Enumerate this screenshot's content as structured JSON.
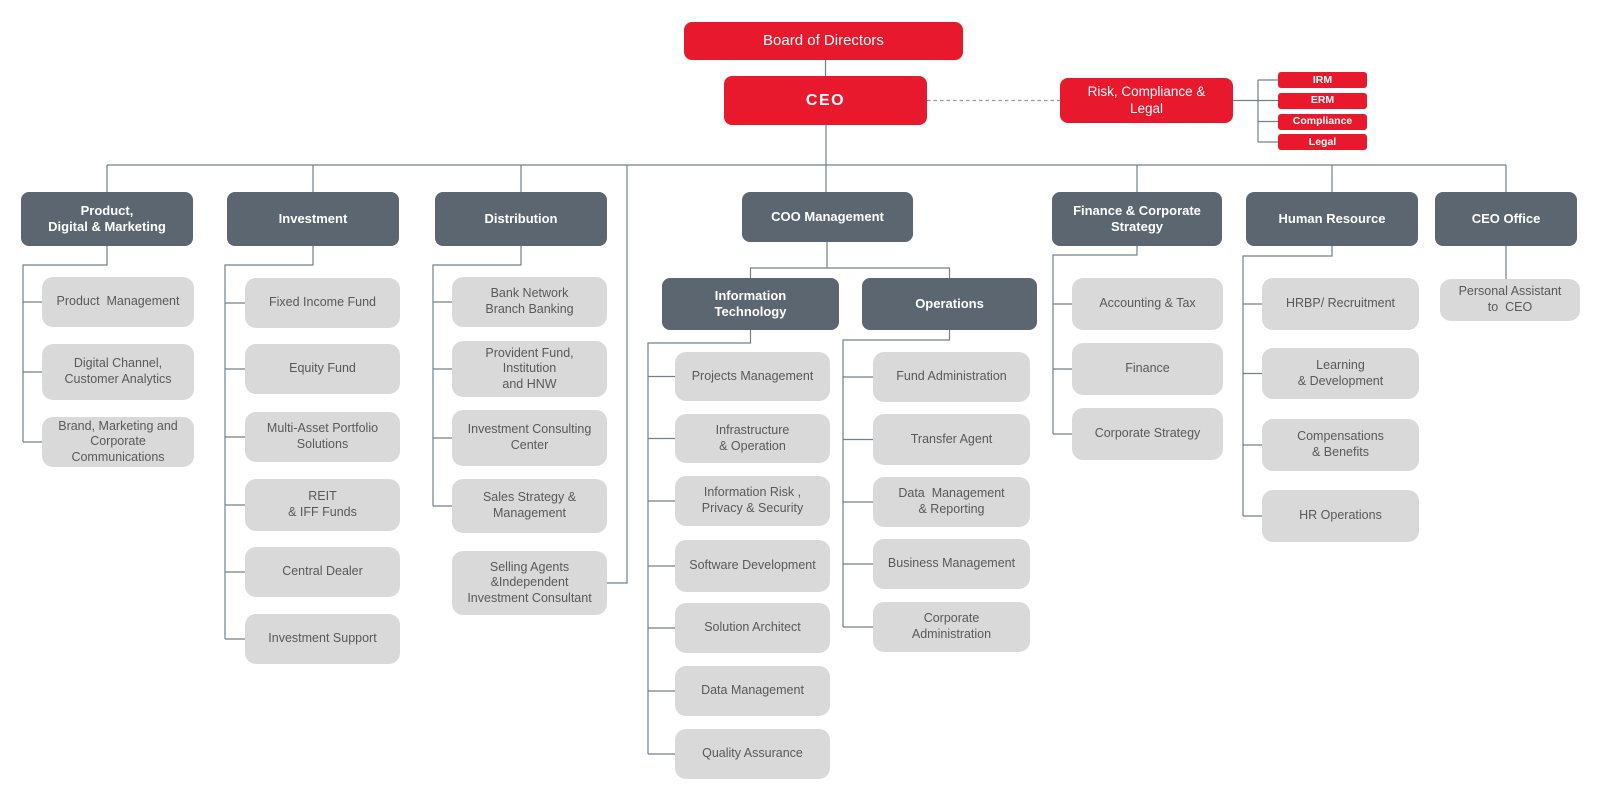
{
  "org": {
    "board": {
      "label": "Board of Directors"
    },
    "ceo": {
      "label": "CEO"
    },
    "risk": {
      "label": "Risk, Compliance &\nLegal",
      "children": [
        {
          "label": "IRM"
        },
        {
          "label": "ERM"
        },
        {
          "label": "Compliance"
        },
        {
          "label": "Legal"
        }
      ]
    },
    "departments": [
      {
        "id": "product",
        "label": "Product,\nDigital & Marketing",
        "children": [
          {
            "label": "Product  Management"
          },
          {
            "label": "Digital Channel,\nCustomer Analytics"
          },
          {
            "label": "Brand, Marketing and\nCorporate\nCommunications"
          }
        ]
      },
      {
        "id": "investment",
        "label": "Investment",
        "children": [
          {
            "label": "Fixed Income Fund"
          },
          {
            "label": "Equity Fund"
          },
          {
            "label": "Multi-Asset Portfolio\nSolutions"
          },
          {
            "label": "REIT\n& IFF Funds"
          },
          {
            "label": "Central Dealer"
          },
          {
            "label": "Investment Support"
          }
        ]
      },
      {
        "id": "distribution",
        "label": "Distribution",
        "children": [
          {
            "label": "Bank Network\nBranch Banking"
          },
          {
            "label": "Provident Fund,\nInstitution\nand HNW"
          },
          {
            "label": "Investment Consulting\nCenter"
          },
          {
            "label": "Sales Strategy &\nManagement"
          },
          {
            "label": "Selling Agents\n&Independent\nInvestment Consultant"
          }
        ]
      },
      {
        "id": "coo",
        "label": "COO Management",
        "divisions": [
          {
            "id": "it",
            "label": "Information\nTechnology",
            "children": [
              {
                "label": "Projects Management"
              },
              {
                "label": "Infrastructure\n& Operation"
              },
              {
                "label": "Information Risk ,\nPrivacy & Security"
              },
              {
                "label": "Software Development"
              },
              {
                "label": "Solution Architect"
              },
              {
                "label": "Data Management"
              },
              {
                "label": "Quality Assurance"
              }
            ]
          },
          {
            "id": "operations",
            "label": "Operations",
            "children": [
              {
                "label": "Fund Administration"
              },
              {
                "label": "Transfer Agent"
              },
              {
                "label": "Data  Management\n& Reporting"
              },
              {
                "label": "Business Management"
              },
              {
                "label": "Corporate\nAdministration"
              }
            ]
          }
        ]
      },
      {
        "id": "finance",
        "label": "Finance & Corporate\nStrategy",
        "children": [
          {
            "label": "Accounting & Tax"
          },
          {
            "label": "Finance"
          },
          {
            "label": "Corporate Strategy"
          }
        ]
      },
      {
        "id": "hr",
        "label": "Human Resource",
        "children": [
          {
            "label": "HRBP/ Recruitment"
          },
          {
            "label": "Learning\n& Development"
          },
          {
            "label": "Compensations\n& Benefits"
          },
          {
            "label": "HR Operations"
          }
        ]
      },
      {
        "id": "ceo_office",
        "label": "CEO Office",
        "children": [
          {
            "label": "Personal Assistant\nto  CEO"
          }
        ]
      }
    ],
    "colors": {
      "primary_red": "#E8192C",
      "dark_slate": "#5B6670",
      "light_gray": "#D9D9D9",
      "line_gray": "#73808A",
      "dashed_gray": "#9A9A9A",
      "text_gray": "#595959"
    }
  }
}
